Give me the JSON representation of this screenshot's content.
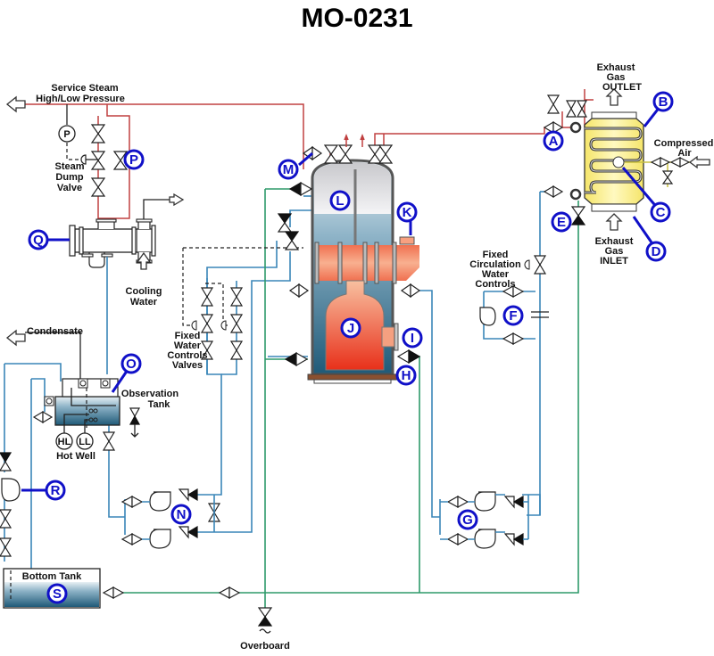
{
  "title": "MO-0231",
  "labels": {
    "service_steam_1": "Service Steam",
    "service_steam_2": "High/Low Pressure",
    "steam_dump_1": "Steam",
    "steam_dump_2": "Dump",
    "steam_dump_3": "Valve",
    "pressure_gauge": "P",
    "cooling_water_1": "Cooling",
    "cooling_water_2": "Water",
    "condensate": "Condensate",
    "observation_tank_1": "Observation",
    "observation_tank_2": "Tank",
    "hl": "HL",
    "ll": "LL",
    "hot_well": "Hot Well",
    "fixed_water_1": "Fixed",
    "fixed_water_2": "Water",
    "fixed_water_3": "Controls",
    "fixed_water_4": "Valves",
    "fixed_circ_1": "Fixed",
    "fixed_circ_2": "Circulation",
    "fixed_circ_3": "Water",
    "fixed_circ_4": "Controls",
    "exhaust_outlet_1": "Exhaust",
    "exhaust_outlet_2": "Gas",
    "exhaust_outlet_3": "OUTLET",
    "exhaust_inlet_1": "Exhaust",
    "exhaust_inlet_2": "Gas",
    "exhaust_inlet_3": "INLET",
    "compressed_air_1": "Compressed",
    "compressed_air_2": "Air",
    "bottom_tank": "Bottom Tank",
    "overboard": "Overboard"
  },
  "callouts": {
    "A": "A",
    "B": "B",
    "C": "C",
    "D": "D",
    "E": "E",
    "F": "F",
    "G": "G",
    "H": "H",
    "I": "I",
    "J": "J",
    "K": "K",
    "L": "L",
    "M": "M",
    "N": "N",
    "O": "O",
    "P": "P",
    "Q": "Q",
    "R": "R",
    "S": "S"
  },
  "colors": {
    "steam_line": "#c04040",
    "feed_water_line": "#3a86b8",
    "sea_water_line": "#2e9a6a",
    "callout": "#1010c8",
    "exhaust_boiler_fill": "#f5e96a",
    "furnace_fill": "#f0603a"
  }
}
